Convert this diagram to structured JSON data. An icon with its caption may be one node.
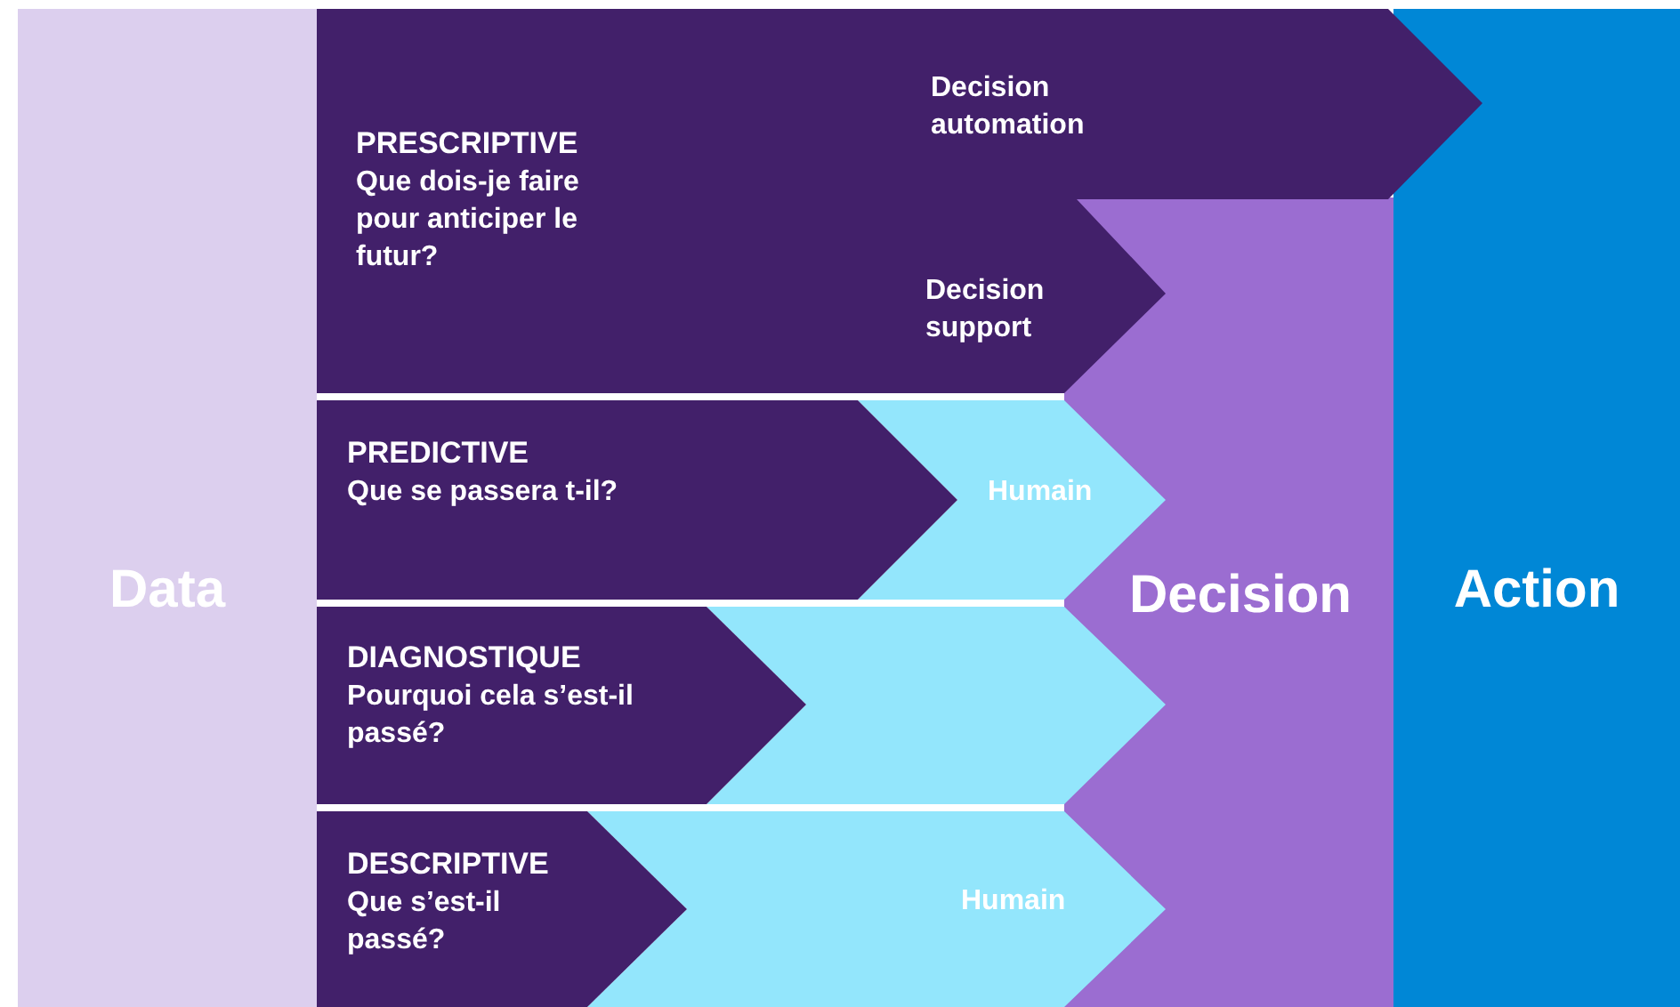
{
  "diagram": {
    "nodes": [
      {
        "text": [
          "Data"
        ]
      },
      {
        "text": [
          "PRESCRIPTIVE",
          "Que dois-je faire pour anticiper le futur?",
          "Decision automation",
          "Decision support"
        ]
      },
      {
        "text": [
          "PREDICTIVE",
          "Que se passera t-il?"
        ]
      },
      {
        "text": [
          "Humain"
        ]
      },
      {
        "text": [
          "DIAGNOSTIQUE",
          "Pourquoi cela s’est-il passé?"
        ]
      },
      {
        "text": [],
        "shape": "chevron"
      },
      {
        "text": [
          "DESCRIPTIVE",
          "Que s’est-il passé?"
        ]
      },
      {
        "text": [
          "Humain"
        ]
      },
      {
        "text": [
          "Decision"
        ]
      },
      {
        "text": [
          "Action"
        ]
      }
    ],
    "edges": []
  }
}
